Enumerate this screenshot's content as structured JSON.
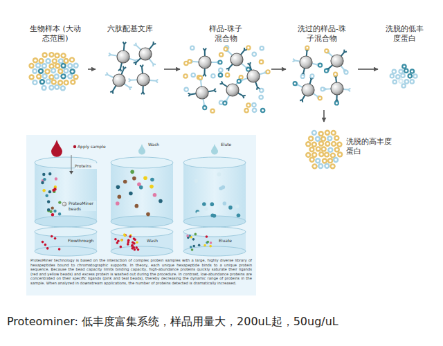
{
  "diagram": {
    "caption": "Proteominer: 低丰度富集系统，样品用量大，200uL起，50ug/uL",
    "nodes": [
      {
        "text": [
          "生物样本 (大动态范围)"
        ]
      },
      {
        "text": [
          "六肽配基文库"
        ]
      },
      {
        "text": [
          "样品-珠子 混合物"
        ]
      },
      {
        "text": [
          "洗过的样品-珠 子混合物"
        ]
      },
      {
        "text": [
          "洗脱的低丰 度蛋白"
        ]
      },
      {
        "text": [
          "洗脱的高丰度 蛋白"
        ]
      }
    ],
    "edges": [
      {
        "from": 0,
        "to": 1,
        "arrow": "to"
      },
      {
        "from": 1,
        "to": 2,
        "arrow": "to"
      },
      {
        "from": 2,
        "to": 3,
        "arrow": "to"
      },
      {
        "from": 3,
        "to": 4,
        "arrow": "to"
      },
      {
        "from": 3,
        "to": 5,
        "arrow": "to"
      }
    ],
    "labels": [
      "Apply sample",
      "Proteins",
      "ProteoMiner beads",
      "Flowthrough",
      "Wash",
      "Wash",
      "Elute",
      "Eluate",
      "ProteoMiner technology is based on the interaction of complex protein samples with a large, highly diverse library of hexapeptides bound to chromatographic supports. In theory, each unique hexapeptide binds to a unique protein sequence. Because the bead capacity limits binding capacity, high-abundance proteins quickly saturate their ligands (red and yellow beads) and excess protein is washed out during the procedure. In contrast, low-abundance proteins are concentrated on their specific ligands (pink and teal beads), thereby decreasing the dynamic range of proteins in the sample. When analyzed in downstream applications, the number of proteins detected is dramatically increased."
    ]
  }
}
